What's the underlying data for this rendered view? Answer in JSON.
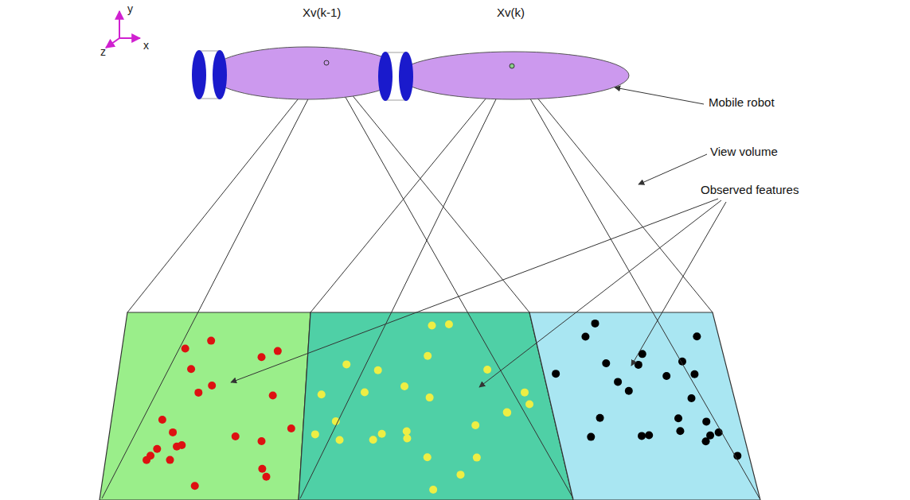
{
  "diagram": {
    "labels": [
      "Xv(k-1)",
      "Xv(k)",
      "Mobile robot",
      "View volume",
      "Observed features",
      "y",
      "x",
      "z"
    ]
  }
}
